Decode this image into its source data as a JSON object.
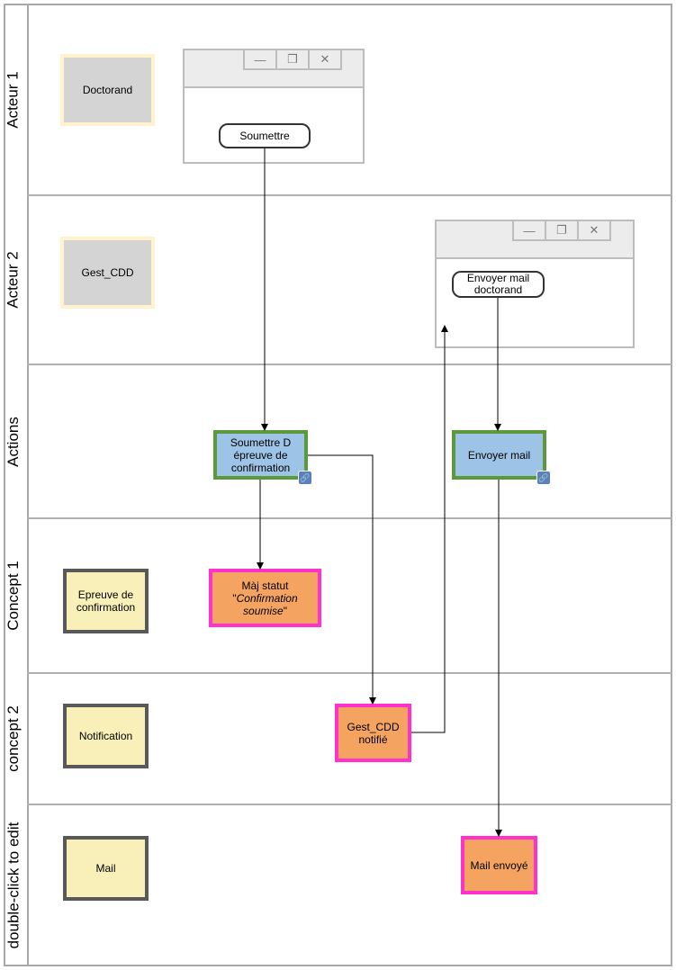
{
  "lanes": [
    {
      "label": "Acteur 1"
    },
    {
      "label": "Acteur 2"
    },
    {
      "label": "Actions"
    },
    {
      "label": "Concept 1"
    },
    {
      "label": "concept 2"
    },
    {
      "label": "double-click to edit"
    }
  ],
  "actors": {
    "doctorand": "Doctorand",
    "gest_cdd": "Gest_CDD"
  },
  "windows": {
    "w1": {
      "controls": [
        "—",
        "❐",
        "✕"
      ],
      "button": "Soumettre"
    },
    "w2": {
      "controls": [
        "—",
        "❐",
        "✕"
      ],
      "button": "Envoyer mail doctorand"
    }
  },
  "actions": {
    "soumettre": "Soumettre D épreuve de confirmation",
    "envoyer_mail": "Envoyer mail"
  },
  "concepts": {
    "epreuve": "Epreuve de confirmation",
    "notification": "Notification",
    "mail": "Mail"
  },
  "results": {
    "maj_statut_line1": "Màj statut",
    "maj_statut_quote_open": "\"",
    "maj_statut_italic": "Confirmation soumise",
    "maj_statut_quote_close": "\"",
    "gest_notifie": "Gest_CDD notifié",
    "mail_envoye": "Mail envoyé"
  },
  "icons": {
    "link": "link-icon"
  },
  "colors": {
    "actor_fill": "#d4d4d4",
    "actor_border": "#fff2cc",
    "concept_fill": "#f8f0b8",
    "concept_border": "#595959",
    "action_fill": "#9dc3e6",
    "action_border": "#5a9a3a",
    "result_fill": "#f4a460",
    "result_border": "#ff33cc"
  }
}
